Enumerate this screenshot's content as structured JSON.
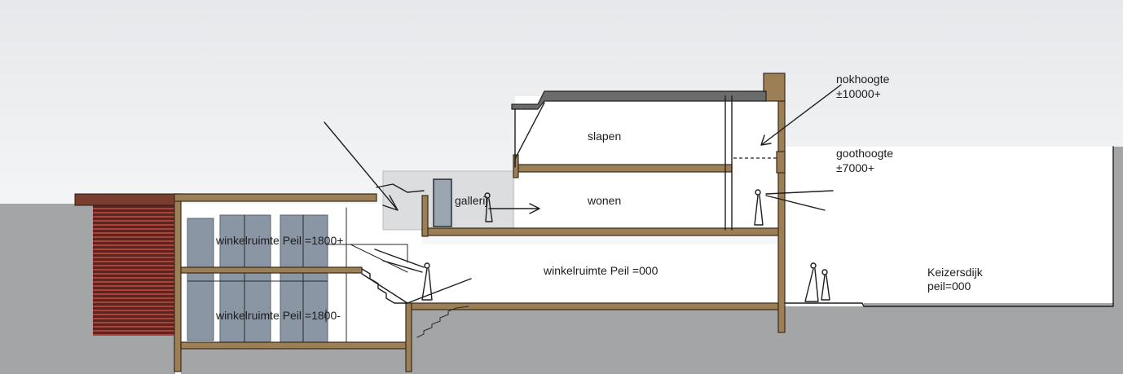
{
  "labels": {
    "nokhoogte": "nokhoogte",
    "nokhoogte_value": "±10000+",
    "goothoogte": "goothoogte",
    "goothoogte_value": "±7000+",
    "slapen": "slapen",
    "wonen": "wonen",
    "gallerij": "gallerij",
    "winkel_upper": "winkelruimte Peil =1800+",
    "winkel_ground": "winkelruimte Peil =000",
    "winkel_lower": "winkelruimte Peil =1800-",
    "keizersdijk": "Keizersdijk",
    "keizersdijk_peil": "peil=000"
  },
  "colors": {
    "sky_top": "#e4e6e9",
    "ground_gray": "#a3a5a7",
    "wood": "#9c7f54",
    "glass": "#8a96a4",
    "roof": "#6b6b6b",
    "shutter_red": "#8a2a24"
  }
}
